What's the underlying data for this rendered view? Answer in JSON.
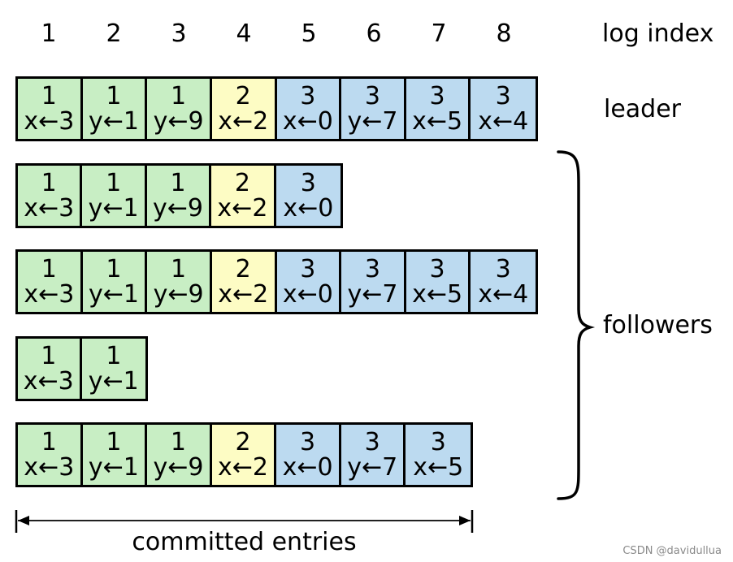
{
  "log_index": {
    "values": [
      "1",
      "2",
      "3",
      "4",
      "5",
      "6",
      "7",
      "8"
    ],
    "label": "log index"
  },
  "roles": {
    "leader": "leader",
    "followers": "followers"
  },
  "logs": [
    [
      {
        "term": "1",
        "cmd": "x←3"
      },
      {
        "term": "1",
        "cmd": "y←1"
      },
      {
        "term": "1",
        "cmd": "y←9"
      },
      {
        "term": "2",
        "cmd": "x←2"
      },
      {
        "term": "3",
        "cmd": "x←0"
      },
      {
        "term": "3",
        "cmd": "y←7"
      },
      {
        "term": "3",
        "cmd": "x←5"
      },
      {
        "term": "3",
        "cmd": "x←4"
      }
    ],
    [
      {
        "term": "1",
        "cmd": "x←3"
      },
      {
        "term": "1",
        "cmd": "y←1"
      },
      {
        "term": "1",
        "cmd": "y←9"
      },
      {
        "term": "2",
        "cmd": "x←2"
      },
      {
        "term": "3",
        "cmd": "x←0"
      }
    ],
    [
      {
        "term": "1",
        "cmd": "x←3"
      },
      {
        "term": "1",
        "cmd": "y←1"
      },
      {
        "term": "1",
        "cmd": "y←9"
      },
      {
        "term": "2",
        "cmd": "x←2"
      },
      {
        "term": "3",
        "cmd": "x←0"
      },
      {
        "term": "3",
        "cmd": "y←7"
      },
      {
        "term": "3",
        "cmd": "x←5"
      },
      {
        "term": "3",
        "cmd": "x←4"
      }
    ],
    [
      {
        "term": "1",
        "cmd": "x←3"
      },
      {
        "term": "1",
        "cmd": "y←1"
      }
    ],
    [
      {
        "term": "1",
        "cmd": "x←3"
      },
      {
        "term": "1",
        "cmd": "y←1"
      },
      {
        "term": "1",
        "cmd": "y←9"
      },
      {
        "term": "2",
        "cmd": "x←2"
      },
      {
        "term": "3",
        "cmd": "x←0"
      },
      {
        "term": "3",
        "cmd": "y←7"
      },
      {
        "term": "3",
        "cmd": "x←5"
      }
    ]
  ],
  "committed_label": "committed entries",
  "committed_through_index": 7,
  "term_colors": {
    "1": "#c8eec4",
    "2": "#fdfcc4",
    "3": "#bcdaf0"
  },
  "watermark": "CSDN @davidullua"
}
